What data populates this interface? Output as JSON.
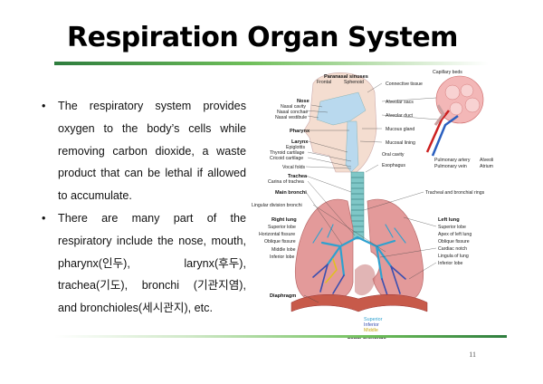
{
  "slide": {
    "title": "Respiration Organ System",
    "page_number": "11"
  },
  "bullets": [
    "The respiratory system provides oxygen to the body’s cells while removing carbon dioxide, a waste product that can be lethal if allowed to accumulate.",
    "There are many part of the respiratory include the nose, mouth, pharynx(인두), larynx(후두), trachea(기도), bronchi (기관지염), and bronchioles(세시관지), etc."
  ],
  "figure": {
    "labels": {
      "paranasal_sinuses": "Paranasal sinuses",
      "frontal": "Frontal",
      "sphenoid": "Sphenoid",
      "nose": "Nose",
      "nasal_cavity": "Nasal cavity",
      "nasal_conchae": "Nasal conchae",
      "nasal_vestibule": "Nasal vestibule",
      "pharynx": "Pharynx",
      "larynx": "Larynx",
      "epiglottis": "Epiglottis",
      "thyroid_cartilage": "Thyroid cartilage",
      "cricoid_cartilage": "Cricoid cartilage",
      "vocal_folds": "Vocal folds",
      "trachea": "Trachea",
      "carina": "Carina of trachea",
      "main_bronchi": "Main bronchi",
      "lingular_division": "Lingular division bronchi",
      "right_lung": "Right lung",
      "superior_lobe": "Superior lobe",
      "horizontal_fissure": "Horizontal fissure",
      "oblique_fissure": "Oblique fissure",
      "middle_lobe": "Middle lobe",
      "inferior_lobe": "Inferior lobe",
      "diaphragm": "Diaphragm",
      "connective_tissue": "Connective tissue",
      "alveolar_sacs": "Alveolar sacs",
      "alveolar_duct": "Alveolar duct",
      "mucous_gland": "Mucous gland",
      "mucosal_lining": "Mucosal lining",
      "oral_cavity": "Oral cavity",
      "esophagus": "Esophagus",
      "capillary_beds": "Capillary beds",
      "pulmonary_artery": "Pulmonary artery",
      "pulmonary_vein": "Pulmonary vein",
      "alveoli": "Alveoli",
      "atrium": "Atrium",
      "tracheal_rings": "Tracheal and bronchial rings",
      "left_lung": "Left lung",
      "l_superior_lobe": "Superior lobe",
      "apex": "Apex of left lung",
      "l_oblique_fissure": "Oblique fissure",
      "cardiac_notch": "Cardiac notch",
      "lingula": "Lingula of lung",
      "l_inferior_lobe": "Inferior lobe",
      "legend_superior": "Superior",
      "legend_inferior": "Inferior",
      "legend_middle": "Middle",
      "lobar_bronchus": "Lobar bronchus"
    },
    "colors": {
      "lung": "#e39a9a",
      "trachea": "#7fc7c7",
      "bronchi_superior": "#2ea1cf",
      "bronchi_inferior": "#3a4fb0",
      "bronchi_middle": "#e0c020",
      "diaphragm": "#c75a4a",
      "airway_head": "#b9d9ee"
    }
  }
}
